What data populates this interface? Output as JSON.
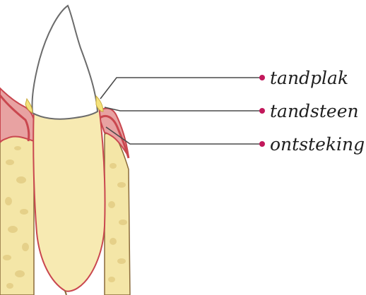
{
  "labels": {
    "plaque": "tandplak",
    "tartar": "tandsteen",
    "inflammation": "ontsteking"
  },
  "colors": {
    "enamel": "#ffffff",
    "enamel_outline": "#6b6b6b",
    "dentin": "#f7eab2",
    "bone": "#f4e6a7",
    "bone_spots": "#e6d084",
    "gum": "#e8a2a2",
    "gum_dark": "#c9474f",
    "plaque": "#f4e27c",
    "leader": "#4a4a4a",
    "dot": "#c2185b",
    "text": "#1f1f1f"
  }
}
